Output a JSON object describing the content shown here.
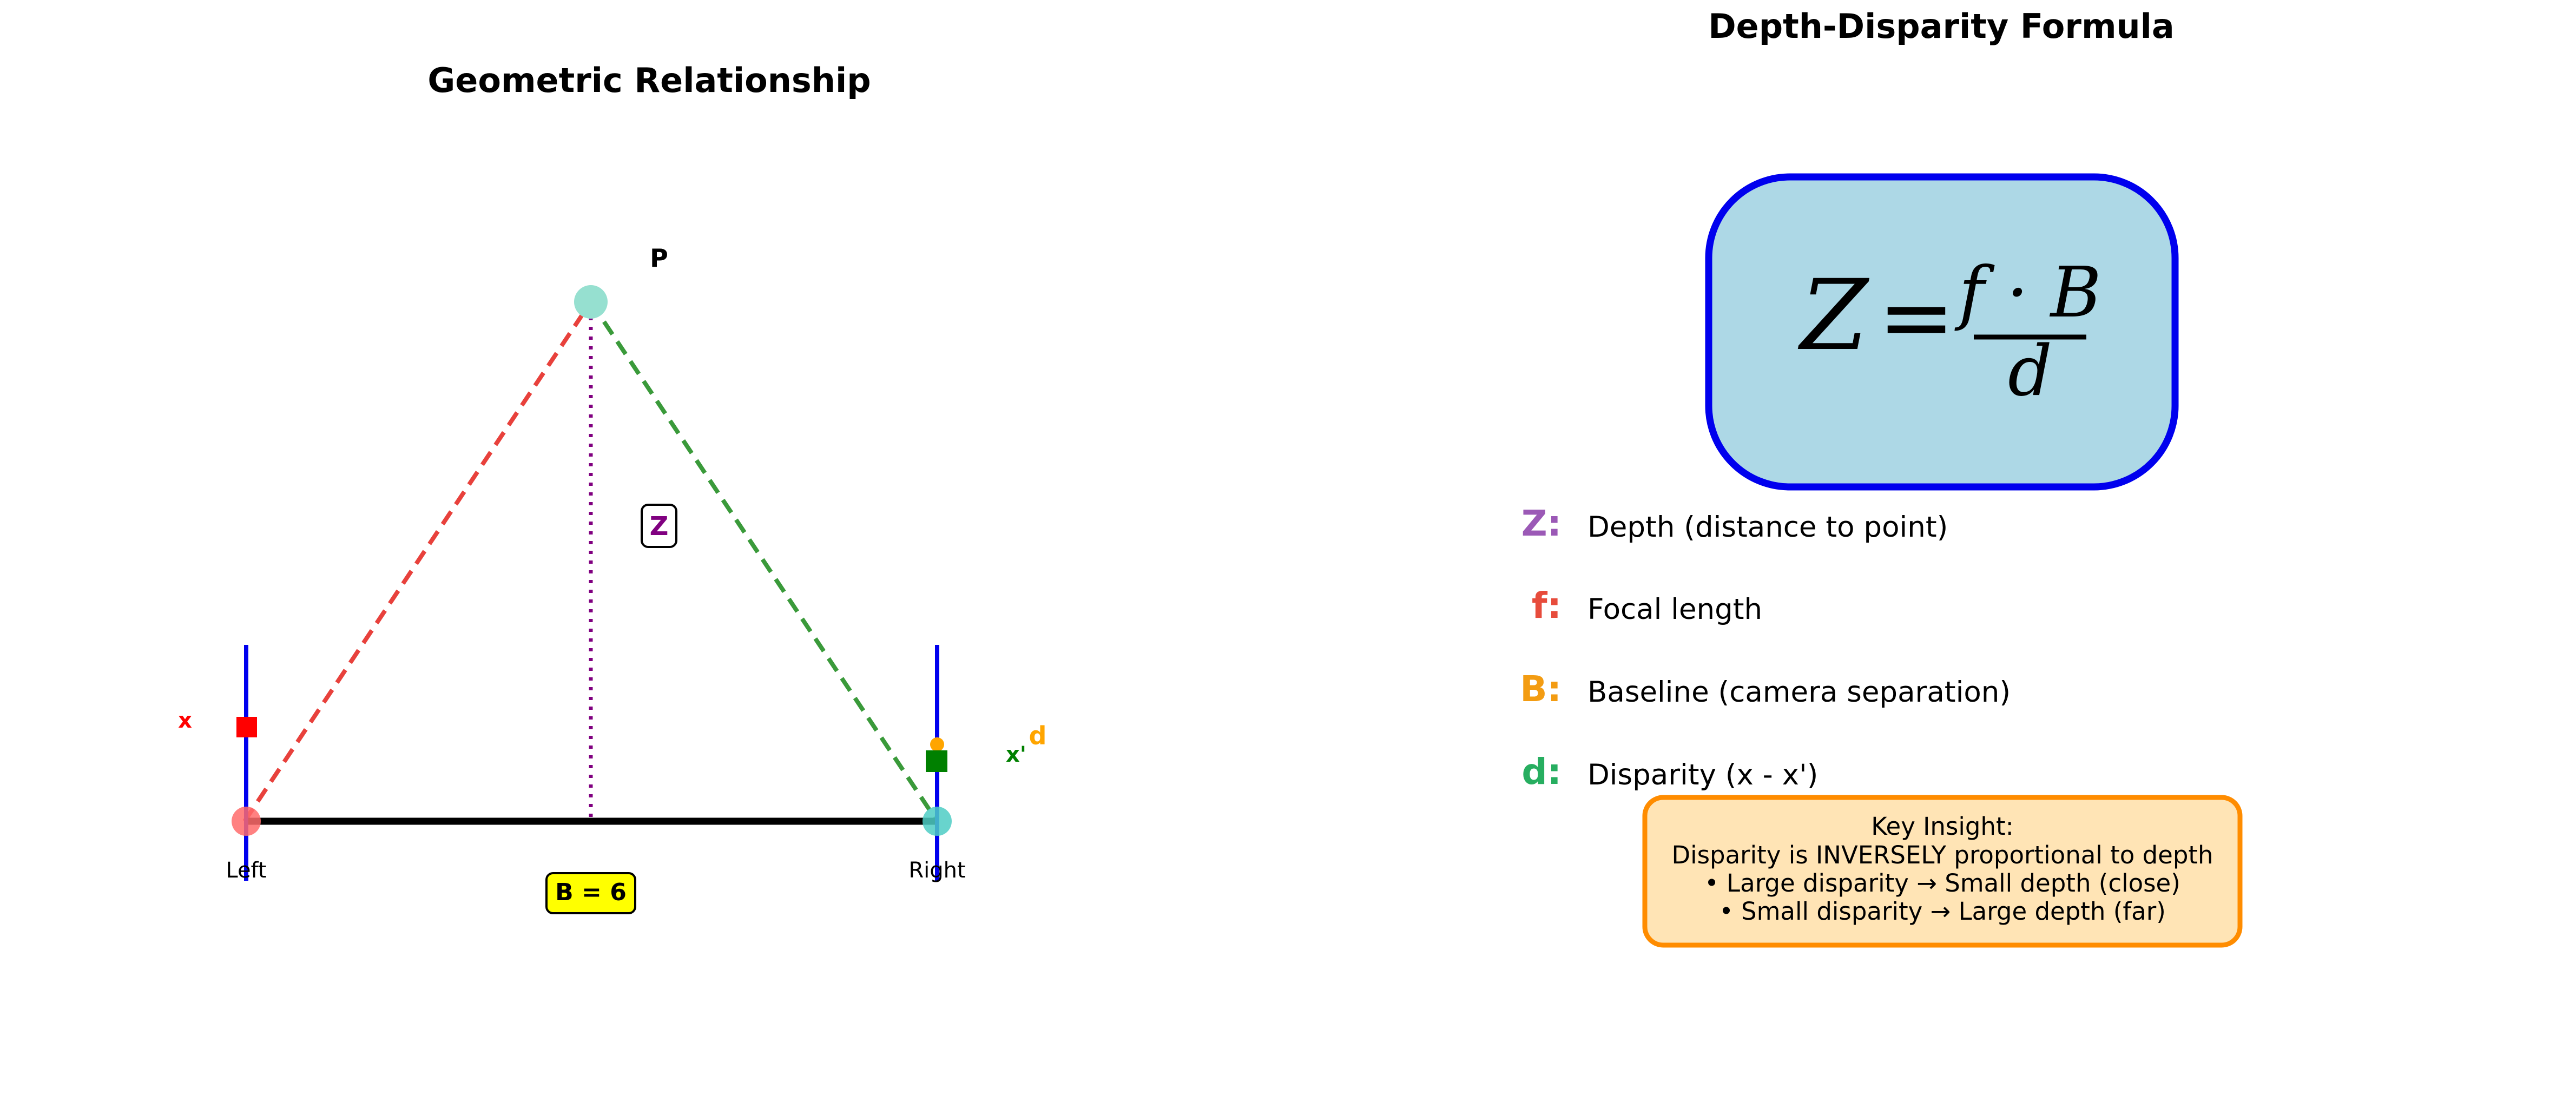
{
  "left_panel": {
    "title": "Geometric Relationship",
    "point_label": "P",
    "depth_label": "Z",
    "left_camera_label": "Left",
    "right_camera_label": "Right",
    "baseline_label": "B = 6",
    "x_label": "x",
    "x_prime_label": "x'",
    "disparity_label": "d"
  },
  "right_panel": {
    "title": "Depth-Disparity Formula",
    "formula": {
      "lhs": "Z",
      "equals": "=",
      "numerator": "f · B",
      "denominator": "d"
    },
    "legend": [
      {
        "symbol": "Z:",
        "text": "Depth (distance to point)",
        "color": "#9b59b6"
      },
      {
        "symbol": "f:",
        "text": "Focal length",
        "color": "#e74c3c"
      },
      {
        "symbol": "B:",
        "text": "Baseline (camera separation)",
        "color": "#f39c12"
      },
      {
        "symbol": "d:",
        "text": "Disparity (x - x')",
        "color": "#27ae60"
      }
    ],
    "insight": {
      "title": "Key Insight:",
      "line1": "Disparity is INVERSELY proportional to depth",
      "line2": "• Large disparity → Small depth (close)",
      "line3": "• Small disparity → Large depth (far)"
    }
  },
  "colors": {
    "left_ray": "#e8413c",
    "right_ray": "#3a9a3a",
    "depth_line": "#800080",
    "sensor": "#0000ee",
    "left_camera": "#ff6b6b",
    "right_camera": "#4ecdc4",
    "point": "#96e0d0",
    "x_marker": "#ff0000",
    "x_prime_marker": "#008000",
    "disparity": "#ffa500",
    "formula_fill": "#add8e6",
    "formula_border": "#0000ee",
    "insight_fill": "#ffe4b5",
    "insight_border": "#ff8c00"
  }
}
